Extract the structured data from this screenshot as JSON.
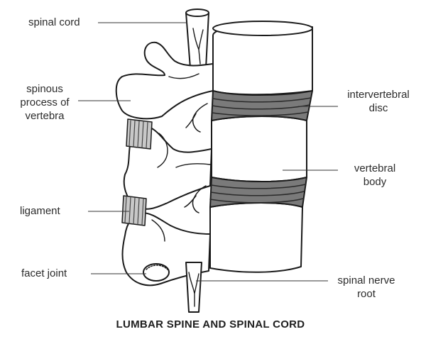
{
  "diagram": {
    "caption": "LUMBAR SPINE AND SPINAL CORD",
    "labels": {
      "spinal_cord": "spinal cord",
      "spinous_process": [
        "spinous",
        "process of",
        "vertebra"
      ],
      "ligament": "ligament",
      "facet_joint": "facet joint",
      "intervertebral_disc": [
        "intervertebral",
        "disc"
      ],
      "vertebral_body": [
        "vertebral",
        "body"
      ],
      "spinal_nerve_root": [
        "spinal nerve",
        "root"
      ]
    },
    "colors": {
      "line": "#1a1a1a",
      "disc_fill": "#7a7a7a",
      "ligament_fill": "#9a9a9a",
      "leader": "#333333"
    }
  }
}
